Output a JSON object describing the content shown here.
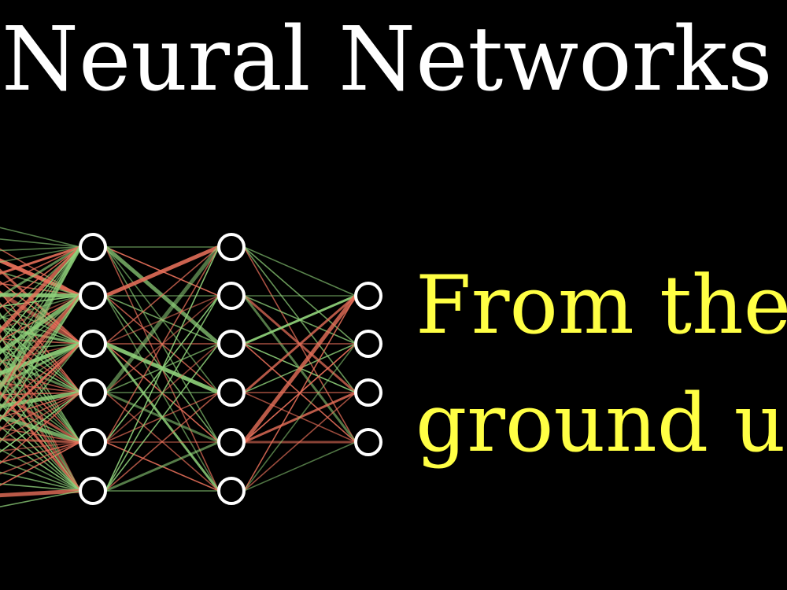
{
  "title": "Neural Networks",
  "subtitle": {
    "line1": "From the",
    "line2": "ground u"
  },
  "colors": {
    "background": "#000000",
    "title": "#ffffff",
    "subtitle": "#ffff44",
    "node_stroke": "#ffffff",
    "edge_positive": "#8fd17a",
    "edge_negative": "#e8705a"
  },
  "network": {
    "layers": [
      {
        "name": "layer-1",
        "nodes": 6
      },
      {
        "name": "layer-2",
        "nodes": 6
      },
      {
        "name": "output-layer",
        "nodes": 4
      }
    ]
  }
}
